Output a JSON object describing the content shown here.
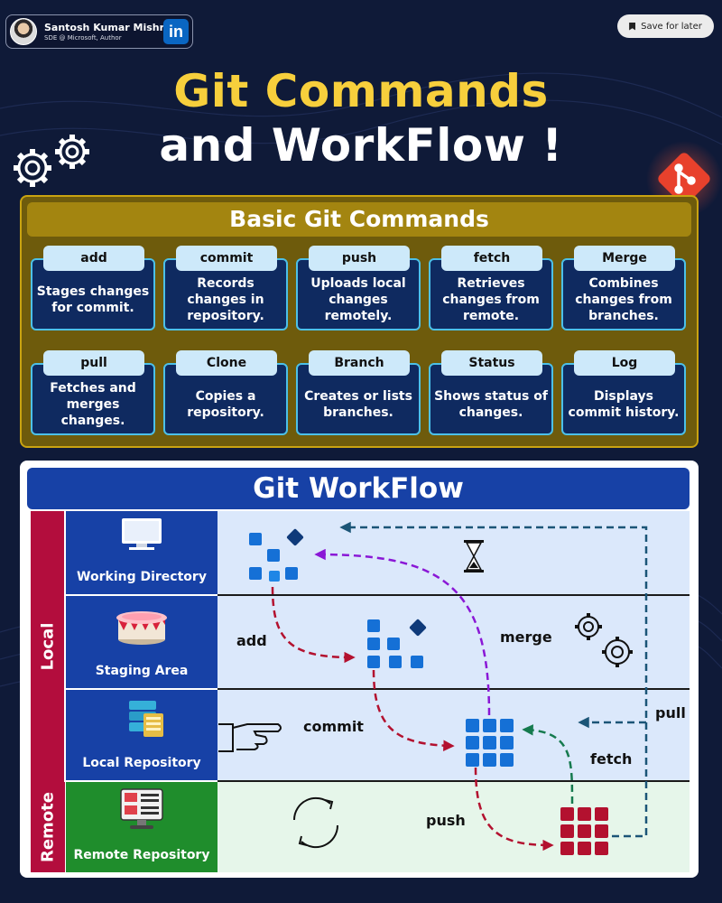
{
  "profile": {
    "name": "Santosh Kumar Mishra",
    "role": "SDE @ Microsoft, Author",
    "badge": "in"
  },
  "save_button": {
    "label": "Save for later"
  },
  "title": {
    "line1": "Git Commands",
    "line2": "and WorkFlow !"
  },
  "basic": {
    "heading": "Basic Git Commands",
    "commands": [
      {
        "name": "add",
        "desc": "Stages changes for commit."
      },
      {
        "name": "commit",
        "desc": "Records changes in repository."
      },
      {
        "name": "push",
        "desc": "Uploads local changes remotely."
      },
      {
        "name": "fetch",
        "desc": "Retrieves changes from remote."
      },
      {
        "name": "Merge",
        "desc": "Combines changes from branches."
      },
      {
        "name": "pull",
        "desc": "Fetches and merges changes."
      },
      {
        "name": "Clone",
        "desc": "Copies a repository."
      },
      {
        "name": "Branch",
        "desc": "Creates or lists branches."
      },
      {
        "name": "Status",
        "desc": "Shows status of changes."
      },
      {
        "name": "Log",
        "desc": "Displays commit history."
      }
    ]
  },
  "workflow": {
    "heading": "Git WorkFlow",
    "groups": {
      "local": "Local",
      "remote": "Remote"
    },
    "rows": [
      {
        "label": "Working Directory",
        "icon": "monitor-icon"
      },
      {
        "label": "Staging Area",
        "icon": "stage-icon"
      },
      {
        "label": "Local Repository",
        "icon": "database-icon"
      },
      {
        "label": "Remote Repository",
        "icon": "server-icon"
      }
    ],
    "arrows": {
      "add": "add",
      "merge": "merge",
      "commit": "commit",
      "fetch": "fetch",
      "pull": "pull",
      "push": "push"
    }
  },
  "colors": {
    "background": "#0f1a38",
    "gold": "#f7cf3c",
    "panel": "#6e5b0c",
    "blue": "#1741a6",
    "red": "#b30d3d",
    "green": "#1f8d2c",
    "cube_blue": "#1570d6",
    "cube_red": "#b3112f"
  }
}
